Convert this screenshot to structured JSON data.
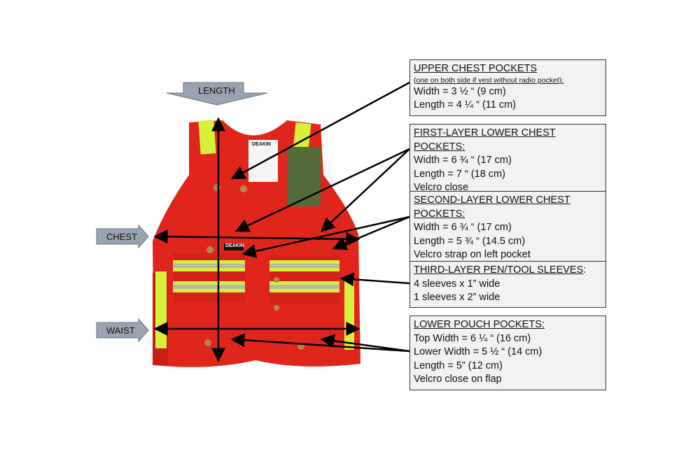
{
  "labels": {
    "length": "LENGTH",
    "chest": "CHEST",
    "waist": "WAIST",
    "brand": "DEAKIN"
  },
  "colors": {
    "vest": "#e0261c",
    "reflective": "#d8f03a",
    "stripe": "#b9b9a8",
    "arrow": "#9aa4b0",
    "box": "#f2f2f2"
  },
  "boxes": [
    {
      "title": "UPPER CHEST POCKETS",
      "subtitle": "(one on both side if vest without radio pocket):",
      "lines": [
        "Width = 3 ½ “ (9 cm)",
        "Length = 4 ¼ “ (11 cm)"
      ]
    },
    {
      "title": "FIRST-LAYER LOWER CHEST POCKETS:",
      "lines": [
        "Width = 6 ¾ “ (17 cm)",
        "Length = 7 “ (18 cm)",
        "Velcro close"
      ]
    },
    {
      "title": "SECOND-LAYER LOWER CHEST POCKETS:",
      "lines": [
        "Width = 6 ¾ “ (17 cm)",
        "Length = 5 ¾ “ (14.5 cm)",
        "Velcro strap on left pocket"
      ]
    },
    {
      "title": "THIRD-LAYER PEN/TOOL SLEEVES",
      "title_suffix": ":",
      "lines": [
        "4 sleeves x 1” wide",
        "1 sleeves x 2” wide"
      ]
    },
    {
      "title": "LOWER POUCH POCKETS:",
      "lines": [
        "Top Width = 6 ¼ “ (16 cm)",
        "Lower Width = 5 ½ “ (14 cm)",
        "Length = 5” (12 cm)",
        "Velcro close on flap"
      ]
    }
  ]
}
